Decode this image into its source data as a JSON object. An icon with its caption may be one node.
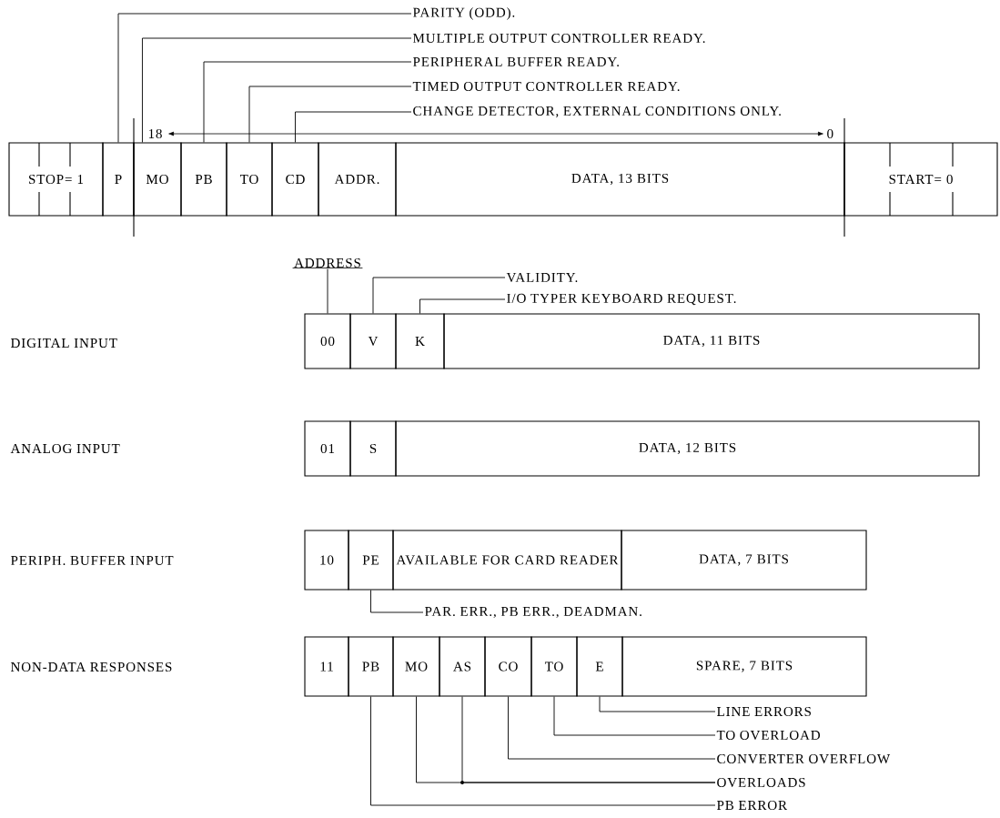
{
  "diagram": {
    "nodes": [
      {
        "text": [
          "PARITY (ODD)."
        ]
      },
      {
        "text": [
          "MULTIPLE OUTPUT CONTROLLER READY."
        ]
      },
      {
        "text": [
          "PERIPHERAL BUFFER READY."
        ]
      },
      {
        "text": [
          "TIMED OUTPUT CONTROLLER READY."
        ]
      },
      {
        "text": [
          "CHANGE DETECTOR, EXTERNAL CONDITIONS ONLY."
        ]
      },
      {
        "text": [
          "STOP= 1"
        ]
      },
      {
        "text": [
          "P"
        ]
      },
      {
        "text": [
          "MO"
        ]
      },
      {
        "text": [
          "PB"
        ]
      },
      {
        "text": [
          "TO"
        ]
      },
      {
        "text": [
          "CD"
        ]
      },
      {
        "text": [
          "ADDR."
        ]
      },
      {
        "text": [
          "DATA, 13 BITS"
        ]
      },
      {
        "text": [
          "START= 0"
        ]
      },
      {
        "text": [
          "ADDRESS"
        ]
      },
      {
        "text": [
          "VALIDITY."
        ]
      },
      {
        "text": [
          "I/O TYPER KEYBOARD REQUEST."
        ]
      },
      {
        "text": [
          "00"
        ]
      },
      {
        "text": [
          "V"
        ]
      },
      {
        "text": [
          "K"
        ]
      },
      {
        "text": [
          "DATA, 11 BITS"
        ]
      },
      {
        "text": [
          "01"
        ]
      },
      {
        "text": [
          "S"
        ]
      },
      {
        "text": [
          "DATA, 12 BITS"
        ]
      },
      {
        "text": [
          "10"
        ]
      },
      {
        "text": [
          "PE"
        ]
      },
      {
        "text": [
          "AVAILABLE FOR CARD READER"
        ]
      },
      {
        "text": [
          "DATA, 7 BITS"
        ]
      },
      {
        "text": [
          "PAR. ERR., PB ERR., DEADMAN."
        ]
      },
      {
        "text": [
          "11"
        ]
      },
      {
        "text": [
          "PB"
        ]
      },
      {
        "text": [
          "MO"
        ]
      },
      {
        "text": [
          "AS"
        ]
      },
      {
        "text": [
          "CO"
        ]
      },
      {
        "text": [
          "TO"
        ]
      },
      {
        "text": [
          "E"
        ]
      },
      {
        "text": [
          "SPARE, 7 BITS"
        ]
      },
      {
        "text": [
          "LINE ERRORS"
        ]
      },
      {
        "text": [
          "TO OVERLOAD"
        ]
      },
      {
        "text": [
          "CONVERTER OVERFLOW"
        ]
      },
      {
        "text": [
          "OVERLOADS"
        ]
      },
      {
        "text": [
          "PB ERROR"
        ]
      }
    ],
    "edges": [
      {
        "from": 0,
        "to": 6,
        "arrow": "none"
      },
      {
        "from": 1,
        "to": 7,
        "arrow": "none"
      },
      {
        "from": 2,
        "to": 8,
        "arrow": "none"
      },
      {
        "from": 3,
        "to": 9,
        "arrow": "none"
      },
      {
        "from": 4,
        "to": 10,
        "arrow": "none"
      },
      {
        "from": 14,
        "to": 17,
        "arrow": "none"
      },
      {
        "from": 15,
        "to": 18,
        "arrow": "none"
      },
      {
        "from": 16,
        "to": 19,
        "arrow": "none"
      },
      {
        "from": 28,
        "to": 25,
        "arrow": "none"
      },
      {
        "from": 37,
        "to": 35,
        "arrow": "none"
      },
      {
        "from": 38,
        "to": 34,
        "arrow": "none"
      },
      {
        "from": 39,
        "to": 33,
        "arrow": "none"
      },
      {
        "from": 40,
        "to": 31,
        "arrow": "none"
      },
      {
        "from": 40,
        "to": 32,
        "arrow": "none"
      },
      {
        "from": 41,
        "to": 30,
        "arrow": "none"
      }
    ],
    "labels": [
      "18",
      "0",
      "DIGITAL INPUT",
      "ANALOG INPUT",
      "PERIPH. BUFFER INPUT",
      "NON-DATA RESPONSES"
    ]
  }
}
